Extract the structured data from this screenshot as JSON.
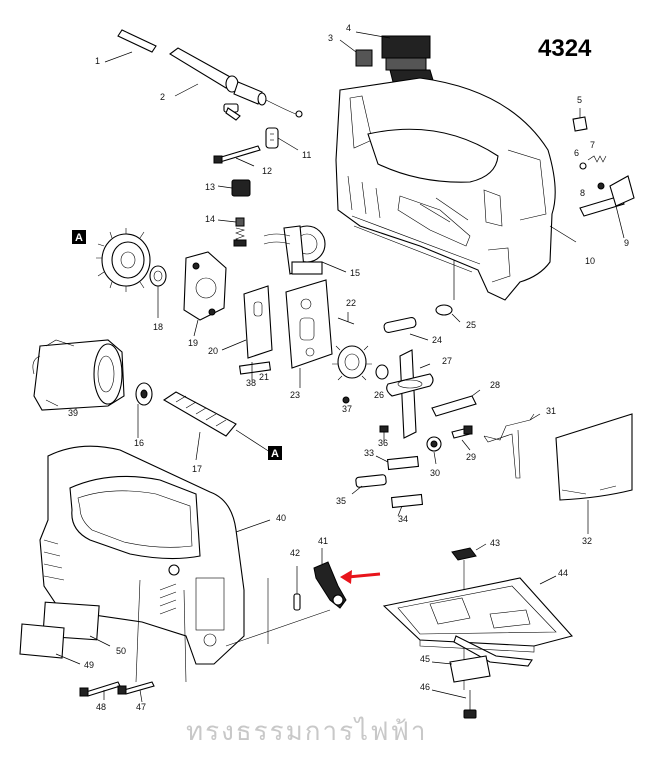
{
  "model_number": "4324",
  "markers": [
    "A",
    "A"
  ],
  "watermark": "ทรงธรรมการไฟฟ้า",
  "highlight_color": "#e8141b",
  "highlighted_part": "41",
  "parts": [
    "1",
    "2",
    "3",
    "4",
    "5",
    "6",
    "7",
    "8",
    "9",
    "10",
    "11",
    "12",
    "13",
    "14",
    "15",
    "16",
    "17",
    "18",
    "19",
    "20",
    "21",
    "22",
    "23",
    "24",
    "25",
    "26",
    "27",
    "28",
    "29",
    "30",
    "31",
    "32",
    "33",
    "34",
    "35",
    "36",
    "37",
    "38",
    "39",
    "40",
    "41",
    "42",
    "43",
    "44",
    "45",
    "46",
    "47",
    "48",
    "49",
    "50"
  ]
}
